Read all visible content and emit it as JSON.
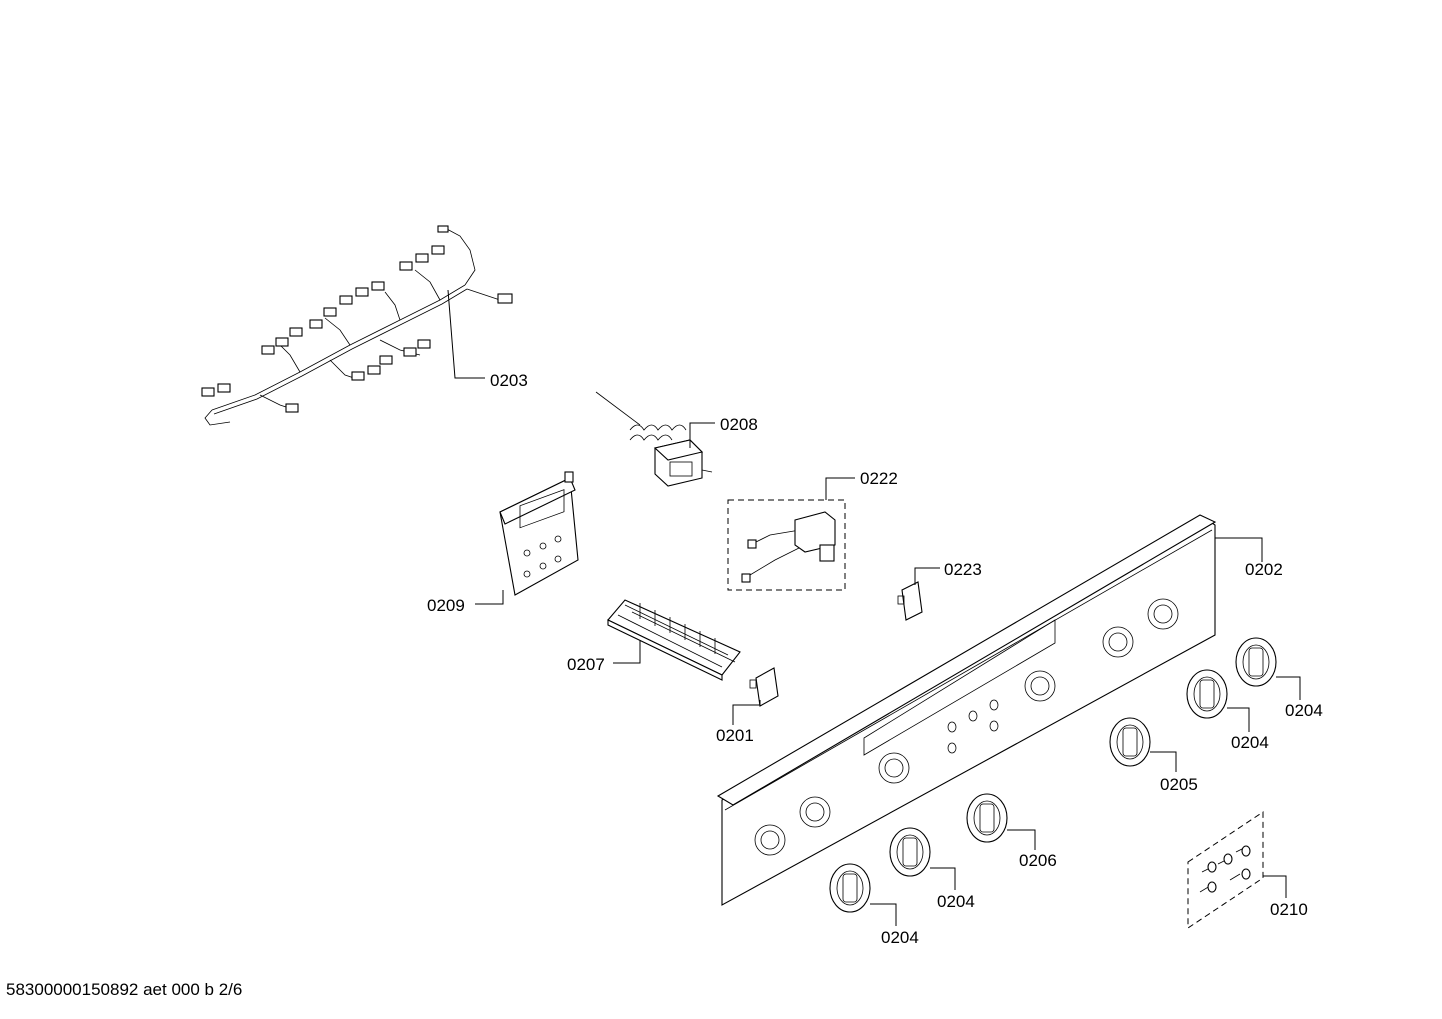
{
  "labels": {
    "p0203": "0203",
    "p0208": "0208",
    "p0222": "0222",
    "p0223": "0223",
    "p0202": "0202",
    "p0209": "0209",
    "p0207": "0207",
    "p0201": "0201",
    "p0204a": "0204",
    "p0204b": "0204",
    "p0205": "0205",
    "p0206": "0206",
    "p0204c": "0204",
    "p0204d": "0204",
    "p0210": "0210"
  },
  "footer": {
    "doc_id": "58300000150892 aet 000 b 2/6"
  }
}
